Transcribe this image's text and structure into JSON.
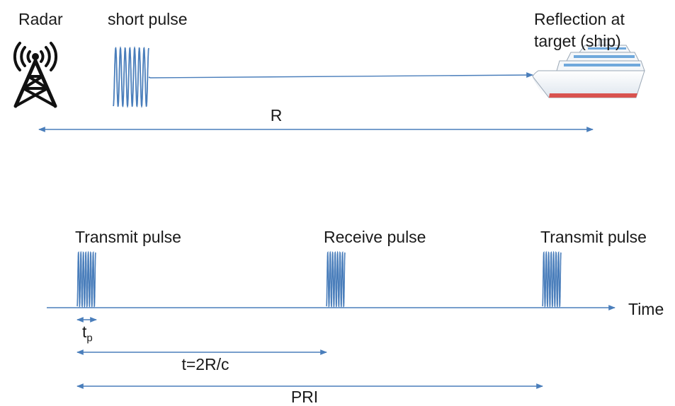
{
  "radar": {
    "label": "Radar",
    "icon": "radar-tower-icon"
  },
  "pulse": {
    "label": "short pulse"
  },
  "target": {
    "label_line1": "Reflection at",
    "label_line2": "target (ship)",
    "icon": "ship-icon"
  },
  "range": {
    "label": "R"
  },
  "timeline": {
    "axis_label": "Time",
    "transmit_label_1": "Transmit pulse",
    "receive_label": "Receive pulse",
    "transmit_label_2": "Transmit pulse",
    "tp_label": "t",
    "tp_subscript": "p",
    "round_trip_label": "t=2R/c",
    "pri_label": "PRI"
  },
  "colors": {
    "line": "#4a7ebb",
    "wave": "#4a7ebb",
    "text": "#1a1a1a",
    "tower": "#111111",
    "hull": "#ffffff",
    "stripe": "#d9534f"
  }
}
